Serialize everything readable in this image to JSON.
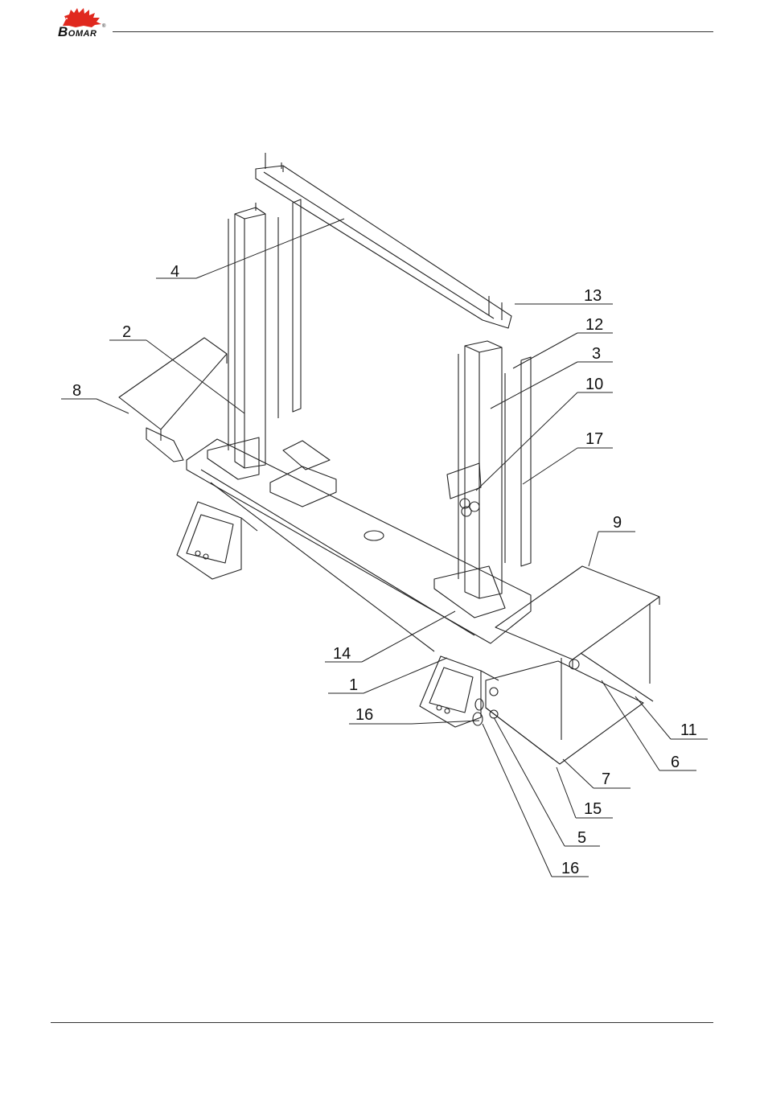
{
  "brand": {
    "name_initial": "B",
    "name_rest": "OMAR",
    "registered_mark": "®"
  },
  "callouts": [
    {
      "id": "c4",
      "label": "4"
    },
    {
      "id": "c13",
      "label": "13"
    },
    {
      "id": "c2",
      "label": "2"
    },
    {
      "id": "c12",
      "label": "12"
    },
    {
      "id": "c3",
      "label": "3"
    },
    {
      "id": "c8",
      "label": "8"
    },
    {
      "id": "c10",
      "label": "10"
    },
    {
      "id": "c17",
      "label": "17"
    },
    {
      "id": "c9",
      "label": "9"
    },
    {
      "id": "c14",
      "label": "14"
    },
    {
      "id": "c1",
      "label": "1"
    },
    {
      "id": "c16a",
      "label": "16"
    },
    {
      "id": "c11",
      "label": "11"
    },
    {
      "id": "c6",
      "label": "6"
    },
    {
      "id": "c7",
      "label": "7"
    },
    {
      "id": "c15",
      "label": "15"
    },
    {
      "id": "c5",
      "label": "5"
    },
    {
      "id": "c16b",
      "label": "16"
    }
  ]
}
